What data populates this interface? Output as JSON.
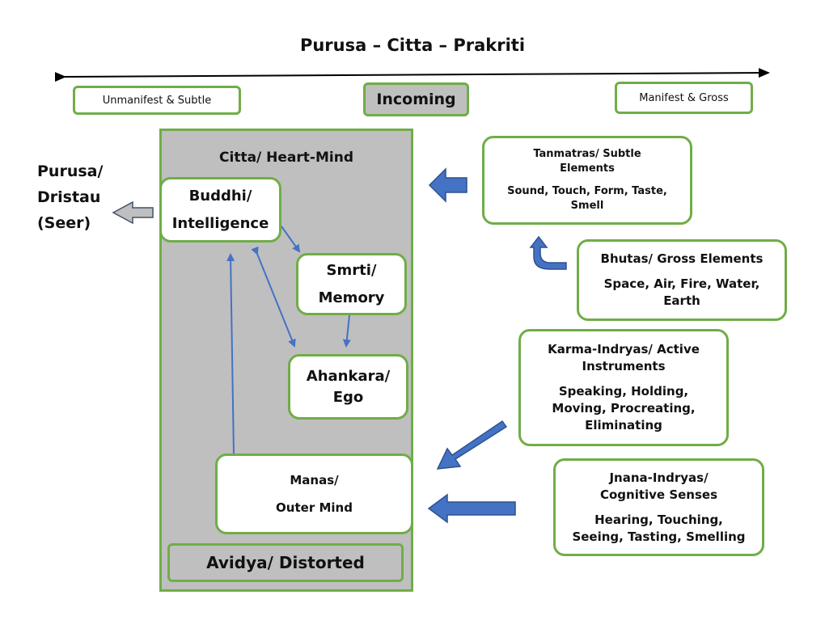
{
  "title": "Purusa – Citta – Prakriti",
  "unmanifest": "Unmanifest & Subtle",
  "incoming": "Incoming",
  "manifest": "Manifest & Gross",
  "citta_title": "Citta/ Heart-Mind",
  "purusa": {
    "line1": "Purusa/",
    "line2": "Dristau",
    "line3": "(Seer)"
  },
  "buddhi": {
    "line1": "Buddhi/",
    "line2": "Intelligence"
  },
  "smrti": {
    "line1": "Smrti/",
    "line2": "Memory"
  },
  "ahankara": {
    "line1": "Ahankara/",
    "line2": "Ego"
  },
  "manas": {
    "line1": "Manas/",
    "line2": "Outer Mind"
  },
  "avidya": "Avidya/ Distorted",
  "tanmatras": {
    "heading1": "Tanmatras/ Subtle",
    "heading2": "Elements",
    "body1": "Sound, Touch, Form, Taste,",
    "body2": "Smell"
  },
  "bhutas": {
    "heading": "Bhutas/ Gross Elements",
    "body1": "Space, Air, Fire, Water,",
    "body2": "Earth"
  },
  "karma": {
    "heading1": "Karma-Indryas/ Active",
    "heading2": "Instruments",
    "body1": "Speaking, Holding,",
    "body2": "Moving, Procreating,",
    "body3": "Eliminating"
  },
  "jnana": {
    "heading1": "Jnana-Indryas/",
    "heading2": "Cognitive Senses",
    "body1": "Hearing, Touching,",
    "body2": "Seeing, Tasting, Smelling"
  },
  "colors": {
    "border": "#70ad47",
    "grey": "#bfbfbf",
    "arrow_blue": "#4472c4",
    "arrow_outline": "#2f528f",
    "line_blue": "#4472c4"
  }
}
